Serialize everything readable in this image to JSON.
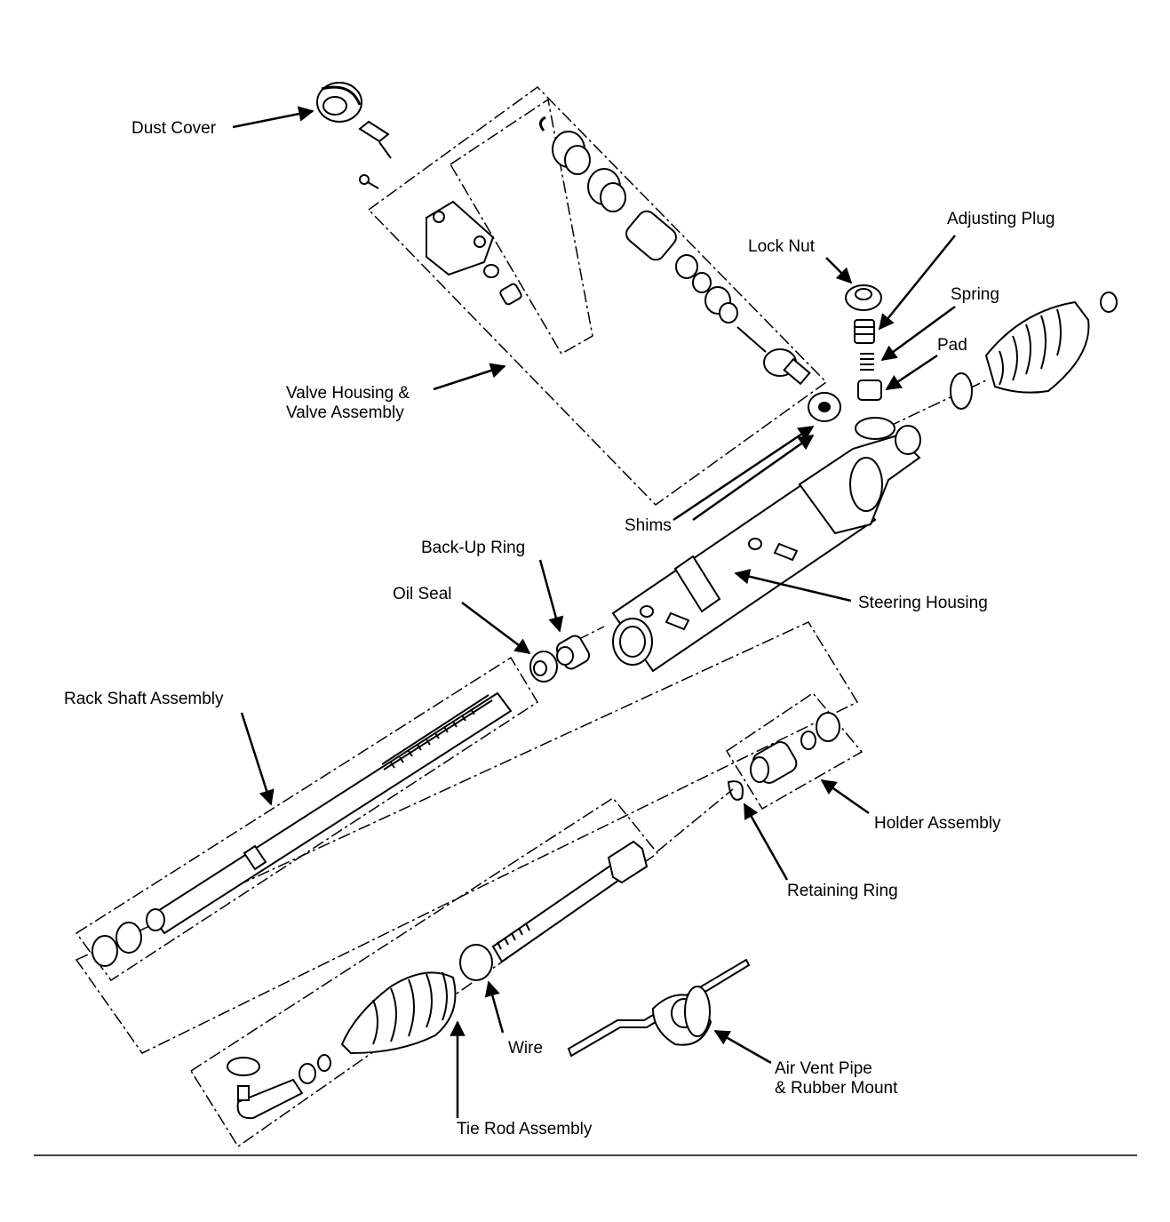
{
  "labels": {
    "dust_cover": "Dust Cover",
    "lock_nut": "Lock Nut",
    "adjusting_plug": "Adjusting Plug",
    "spring": "Spring",
    "pad": "Pad",
    "valve_housing_line1": "Valve Housing &",
    "valve_housing_line2": "Valve Assembly",
    "shims": "Shims",
    "back_up_ring": "Back-Up Ring",
    "oil_seal": "Oil Seal",
    "steering_housing": "Steering Housing",
    "rack_shaft_assembly": "Rack Shaft Assembly",
    "holder_assembly": "Holder Assembly",
    "retaining_ring": "Retaining Ring",
    "wire": "Wire",
    "air_vent_line1": "Air Vent Pipe",
    "air_vent_line2": "& Rubber Mount",
    "tie_rod_assembly": "Tie Rod Assembly"
  }
}
